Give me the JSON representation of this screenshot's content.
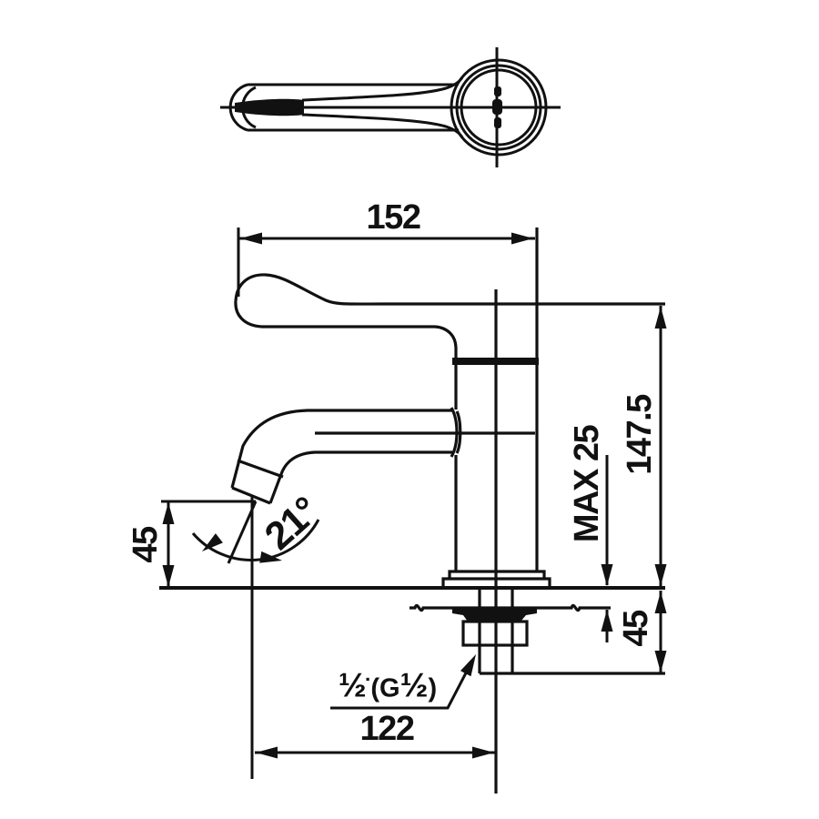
{
  "drawing": {
    "kind": "faucet technical dimension drawing",
    "line_color": "#111111",
    "background": "#ffffff",
    "dimensions": {
      "overall_length": "152",
      "overall_height": "147.5",
      "max_mounting_thickness": "MAX 25",
      "spout_outlet_height": "45",
      "below_deck_depth": "45",
      "spout_angle": "21°",
      "mounting_reach": "122"
    },
    "thread_label": {
      "fraction_a": "½",
      "inch_mark": "▪",
      "paren_open_g": "(G",
      "fraction_b": "½",
      "paren_close": ")"
    }
  }
}
